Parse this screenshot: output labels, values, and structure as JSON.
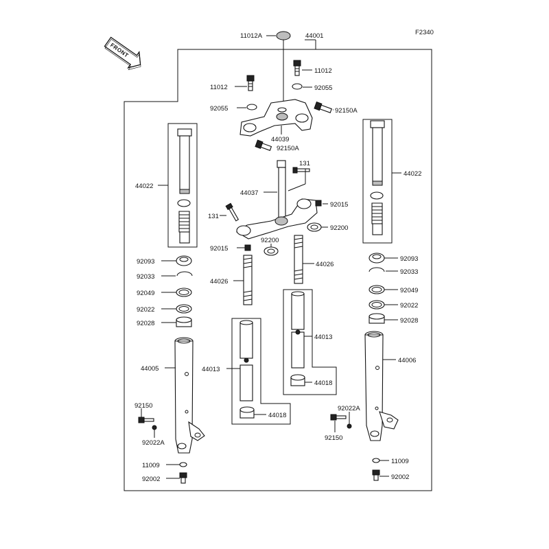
{
  "diagram_code": "F2340",
  "front_label": "FRONT",
  "labels": {
    "cap_top": "11012A",
    "assembly": "44001",
    "cap_right": "11012",
    "cap_left": "11012",
    "oring_right": "92055",
    "oring_left": "92055",
    "bolt_upper_right": "92150A",
    "upper_bracket": "44039",
    "bolt_upper_lower": "92150A",
    "pipe_left": "44022",
    "pipe_right": "44022",
    "bolt_131_right": "131",
    "stem": "44037",
    "nut_right": "92015",
    "bolt_131_left": "131",
    "washer_92200_right": "92200",
    "washer_92200_mid": "92200",
    "nut_left": "92015",
    "spring_right": "44026",
    "spring_left": "44026",
    "seal_left_92093": "92093",
    "seal_right_92093": "92093",
    "clip_left_92033": "92033",
    "clip_right_92033": "92033",
    "washer_left_92049": "92049",
    "washer_right_92049": "92049",
    "seal_left_92022": "92022",
    "seal_right_92022": "92022",
    "bush_left_92028": "92028",
    "bush_right_92028": "92028",
    "tube_right_44013": "44013",
    "outer_left": "44005",
    "tube_left_44013": "44013",
    "outer_right": "44006",
    "piece_right_44018": "44018",
    "piece_left_44018": "44018",
    "bolt_left_92150": "92150",
    "washer_right_92022A": "92022A",
    "washer_left_92022A": "92022A",
    "bolt_right_92150": "92150",
    "gasket_left_11009": "11009",
    "gasket_right_11009": "11009",
    "drain_left_92002": "92002",
    "drain_right_92002": "92002"
  }
}
